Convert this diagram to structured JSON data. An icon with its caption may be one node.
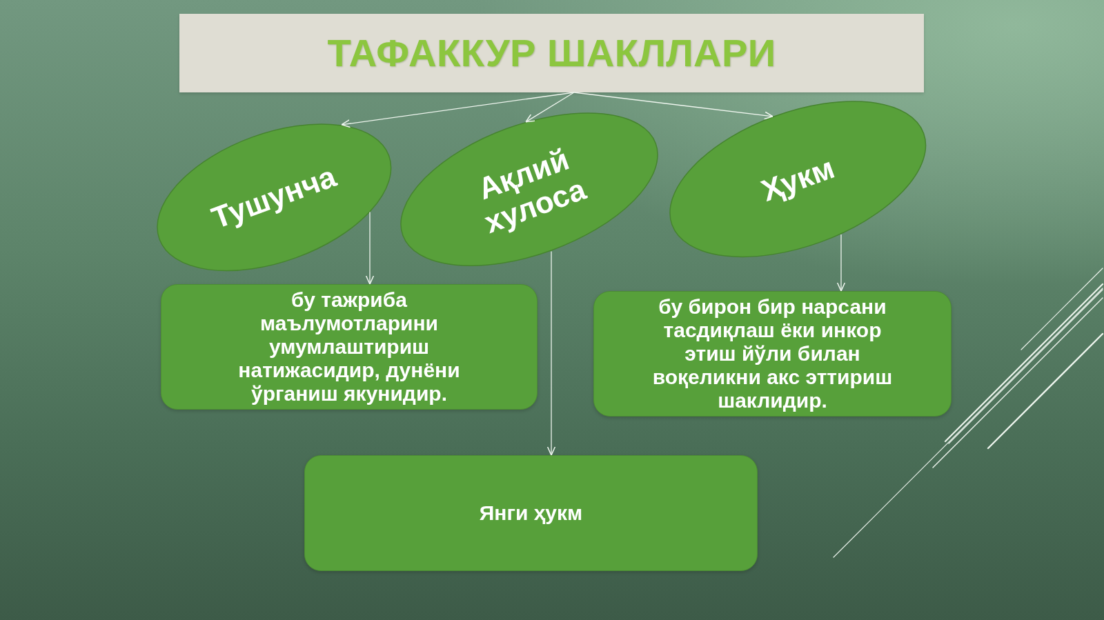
{
  "diagram": {
    "nodes": [
      {
        "text": [
          "ТАФАККУР ШАКЛЛАРИ"
        ]
      },
      {
        "text": [
          "Тушунча"
        ]
      },
      {
        "text": [
          "Ақлий хулоса"
        ]
      },
      {
        "text": [
          "Ҳукм"
        ]
      },
      {
        "text": [
          "бу тажриба маълумотларини умумлаштириш натижасидир, дунёни ўрганиш якунидир."
        ]
      },
      {
        "text": [
          "бу бирон бир нарсани тасдиқлаш ёки инкор этиш йўли билан воқеликни акс эттириш шаклидир."
        ]
      },
      {
        "text": [
          "Янги ҳукм"
        ]
      }
    ],
    "edges": [
      {
        "from": 0,
        "to": 1,
        "arrow": "to"
      },
      {
        "from": 0,
        "to": 2,
        "arrow": "to"
      },
      {
        "from": 0,
        "to": 3,
        "arrow": "to"
      },
      {
        "from": 1,
        "to": 4,
        "arrow": "to"
      },
      {
        "from": 2,
        "to": 6,
        "arrow": "to"
      },
      {
        "from": 3,
        "to": 5,
        "arrow": "to"
      }
    ]
  }
}
